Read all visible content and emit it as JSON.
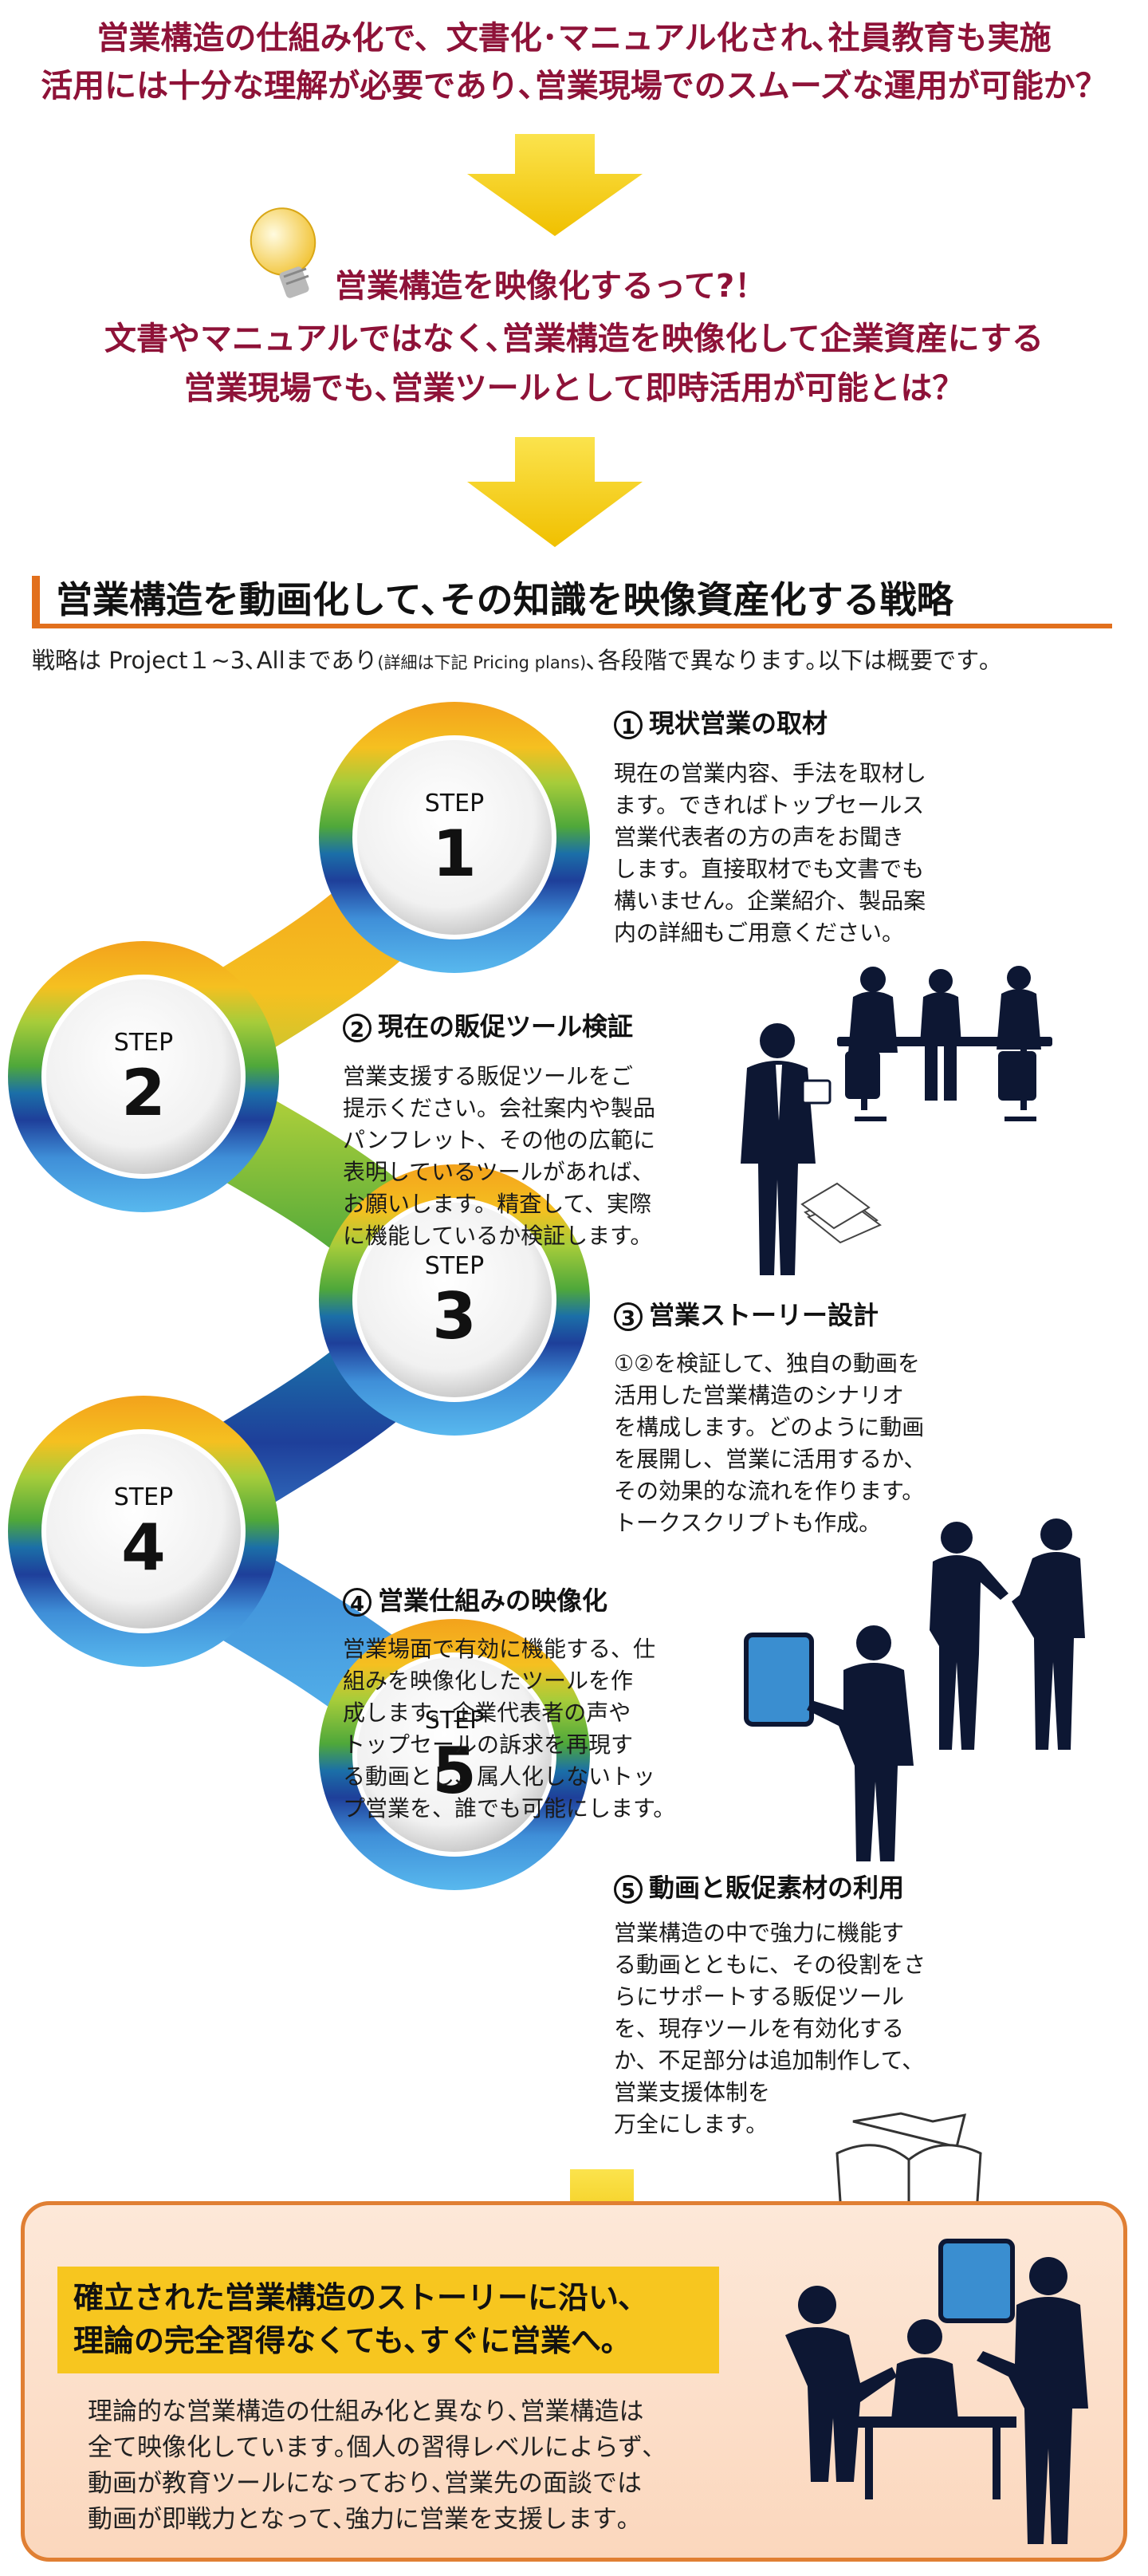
{
  "header": {
    "line1": "営業構造の仕組み化で、文書化･マニュアル化され､社員教育も実施",
    "line2": "活用には十分な理解が必要であり､営業現場でのスムーズな運用が可能か？"
  },
  "intro": {
    "line1": "営業構造を映像化するって?！",
    "line2": "文書やマニュアルではなく､営業構造を映像化して企業資産にする",
    "line3": "営業現場でも､営業ツールとして即時活用が可能とは？"
  },
  "section": {
    "title": "営業構造を動画化して､その知識を映像資産化する戦略",
    "subtitle_main": "戦略は Project１~3､Allまであり",
    "subtitle_small": "(詳細は下記 Pricing plans)",
    "subtitle_end": "､各段階で異なります｡以下は概要です｡"
  },
  "step_word": "STEP",
  "steps": [
    {
      "number": "1",
      "circled": "1",
      "title": "現状営業の取材",
      "text": "現在の営業内容、手法を取材し\nます。できればトップセールス\n営業代表者の方の声をお聞き\nします。直接取材でも文書でも\n構いません。企業紹介、製品案\n内の詳細もご用意ください。"
    },
    {
      "number": "2",
      "circled": "2",
      "title": "現在の販促ツール検証",
      "text": "営業支援する販促ツールをご\n提示ください。会社案内や製品\nパンフレット、その他の広範に\n表明しているツールがあれば、\nお願いします。精査して、実際\nに機能しているか検証します。"
    },
    {
      "number": "3",
      "circled": "3",
      "title": "営業ストーリー設計",
      "text": "①②を検証して、独自の動画を\n活用した営業構造のシナリオ\nを構成します。どのように動画\nを展開し、営業に活用するか、\nその効果的な流れを作ります。\nトークスクリプトも作成。"
    },
    {
      "number": "4",
      "circled": "4",
      "title": "営業仕組みの映像化",
      "text": "営業場面で有効に機能する、仕\n組みを映像化したツールを作\n成します。企業代表者の声や\nトップセールの訴求を再現す\nる動画とし、属人化しないトッ\nプ営業を、誰でも可能にします。"
    },
    {
      "number": "5",
      "circled": "5",
      "title": "動画と販促素材の利用",
      "text": "営業構造の中で強力に機能す\nる動画とともに、その役割をさ\nらにサポートする販促ツール\nを、現存ツールを有効化する\nか、不足部分は追加制作して、\n営業支援体制を\n万全にします。"
    }
  ],
  "bottom": {
    "heading_line1": "確立された営業構造のストーリーに沿い､",
    "heading_line2": "理論の完全習得なくても､すぐに営業へ｡",
    "text": "理論的な営業構造の仕組み化と異なり､営業構造は\n全て映像化しています｡個人の習得レベルによらず､\n動画が教育ツールになっており､営業先の面談では\n動画が即戦力となって､強力に営業を支援します｡"
  },
  "colors": {
    "crimson": "#8e1238",
    "accent_orange": "#e2701d",
    "arrow_yellow": "#f5d21c",
    "step1": "#f0a020",
    "step2": "#9cc43a",
    "step3": "#3f9e3a",
    "step4": "#1e3f9a",
    "step5": "#3f9fe0"
  },
  "icons": [
    "lightbulb-icon",
    "meeting-silhouette-icon",
    "presenter-silhouette-icon",
    "paper-stack-icon",
    "handshake-silhouette-icon",
    "tablet-presenter-icon",
    "open-book-icon",
    "office-team-icon"
  ]
}
